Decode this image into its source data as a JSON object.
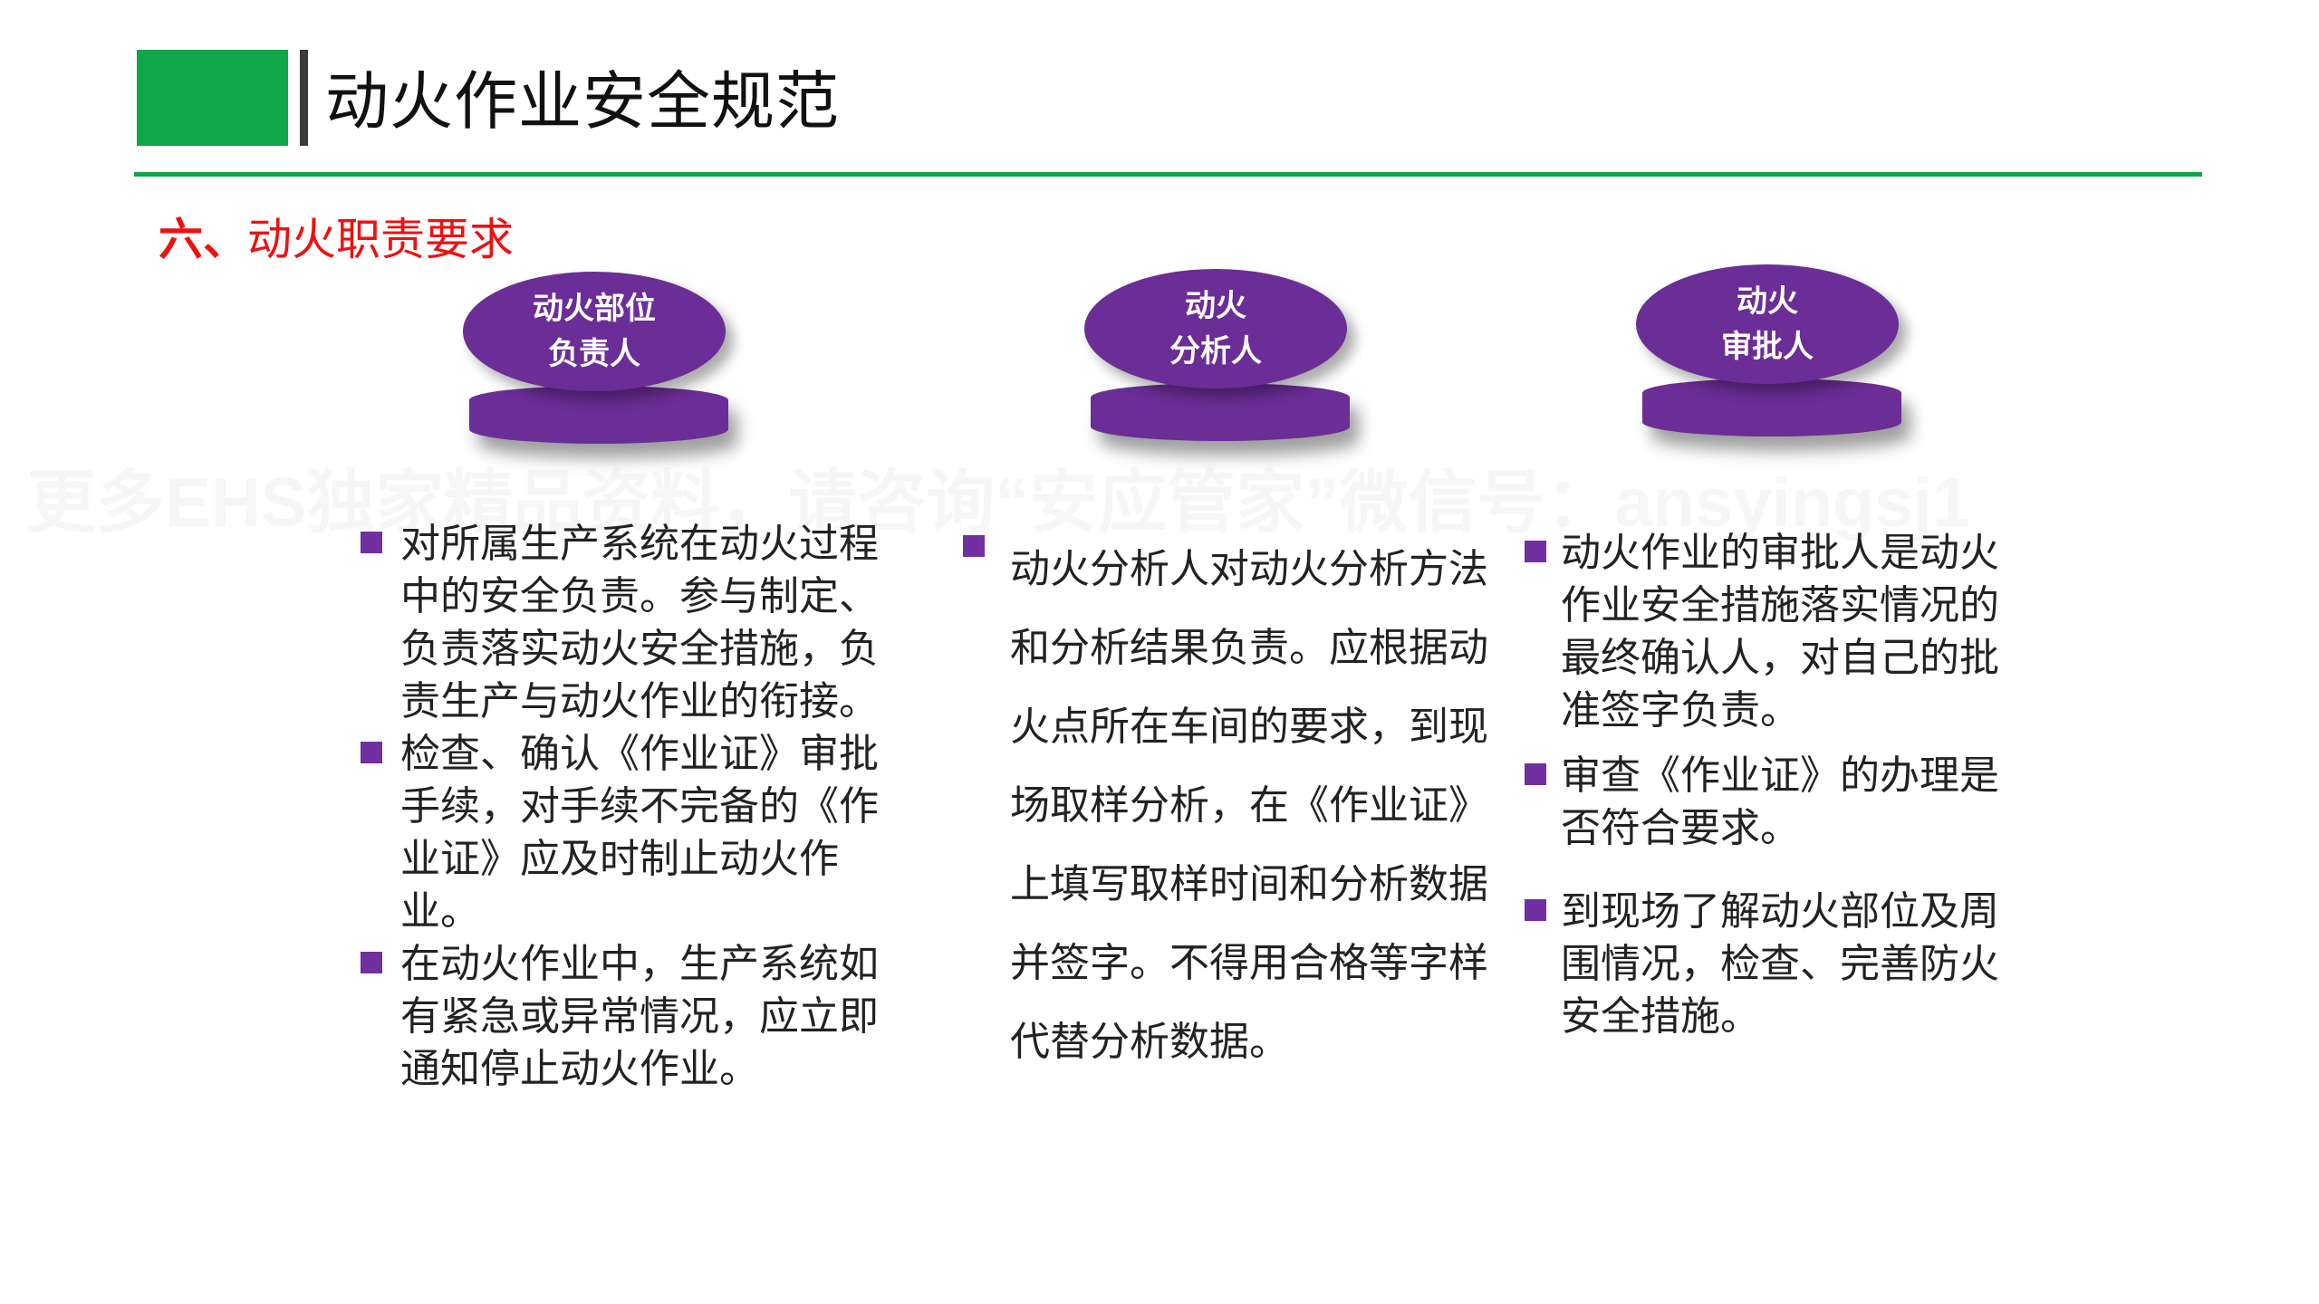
{
  "slide": {
    "title": "动火作业安全规范",
    "section_number": "六、",
    "section_heading": "动火职责要求",
    "watermark": "更多EHS独家精品资料，请咨询“安应管家”微信号：ansyingsj1"
  },
  "roles": [
    {
      "label_line1": "动火部位",
      "label_line2": "负责人",
      "bullets": [
        "对所属生产系统在动火过程中的安全负责。参与制定、负责落实动火安全措施，负责生产与动火作业的衔接。",
        "检查、确认《作业证》审批手续，对手续不完备的《作业证》应及时制止动火作业。",
        "在动火作业中，生产系统如有紧急或异常情况，应立即通知停止动火作业。"
      ]
    },
    {
      "label_line1": "动火",
      "label_line2": "分析人",
      "bullets": [
        " 动火分析人对动火分析方法和分析结果负责。应根据动火点所在车间的要求，到现场取样分析，在《作业证》上填写取样时间和分析数据并签字。不得用合格等字样代替分析数据。"
      ]
    },
    {
      "label_line1": "动火",
      "label_line2": "审批人",
      "bullets": [
        "动火作业的审批人是动火作业安全措施落实情况的最终确认人，对自己的批准签字负责。",
        "审查《作业证》的办理是否符合要求。",
        "到现场了解动火部位及周围情况，检查、完善防火安全措施。"
      ]
    }
  ],
  "colors": {
    "accent_green": "#10a64a",
    "role_purple": "#6b2d96",
    "bullet_purple": "#7030a0",
    "heading_red": "#ee1111"
  }
}
